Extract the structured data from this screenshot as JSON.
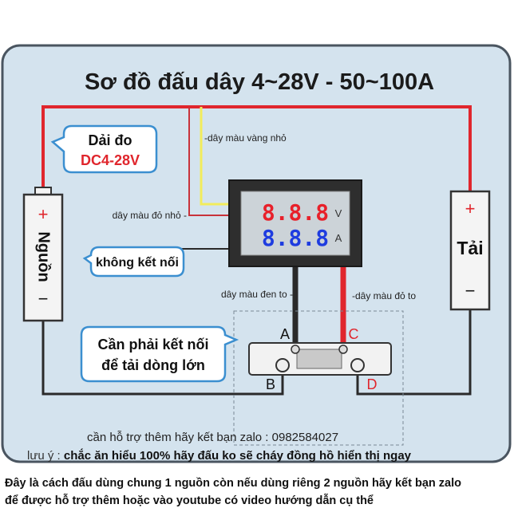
{
  "title": "Sơ đồ đấu dây 4~28V - 50~100A",
  "range_label": "Dải đo",
  "range_value": "DC4-28V",
  "source_label": "Nguồn",
  "source_plus": "+",
  "source_minus": "−",
  "load_label": "Tải",
  "load_plus": "+",
  "load_minus": "−",
  "meter": {
    "volt_digits": "8.8.8",
    "volt_unit": "V",
    "amp_digits": "8.8.8",
    "amp_unit": "A"
  },
  "wire_labels": {
    "small_yellow": "-dây màu vàng nhỏ",
    "small_red": "dây màu đỏ nhỏ -",
    "thick_black": "dây màu đen to -",
    "thick_red": "-dây màu đỏ to"
  },
  "no_connect": "không kết nối",
  "shunt_note_line1": "Cần phải kết nối",
  "shunt_note_line2": "để tải dòng lớn",
  "terminals": {
    "a": "A",
    "b": "B",
    "c": "C",
    "d": "D"
  },
  "support": "cần hỗ trợ thêm hãy kết bạn zalo : 0982584027",
  "warning_prefix": "lưu ý : ",
  "warning_text": "chắc ăn hiểu 100% hãy đấu ko sẽ cháy đồng hồ hiển thị ngay",
  "footer_line1": "Đây là cách đấu dùng chung 1 nguồn còn nếu dùng riêng 2 nguồn hãy kết bạn zalo",
  "footer_line2": "để được hỗ trợ thêm hoặc vào youtube có video hướng dẫn cụ thể",
  "colors": {
    "panel_bg": "#d4e3ee",
    "panel_border": "#4a5560",
    "wire_red": "#e0262d",
    "wire_black": "#2a2a2a",
    "wire_yellow": "#f2ec5c",
    "thin_red": "#c8323a",
    "callout_border": "#3b8fd0",
    "digit_red": "#e8202a",
    "digit_blue": "#1e3ce0",
    "range_value_red": "#e0262d"
  }
}
